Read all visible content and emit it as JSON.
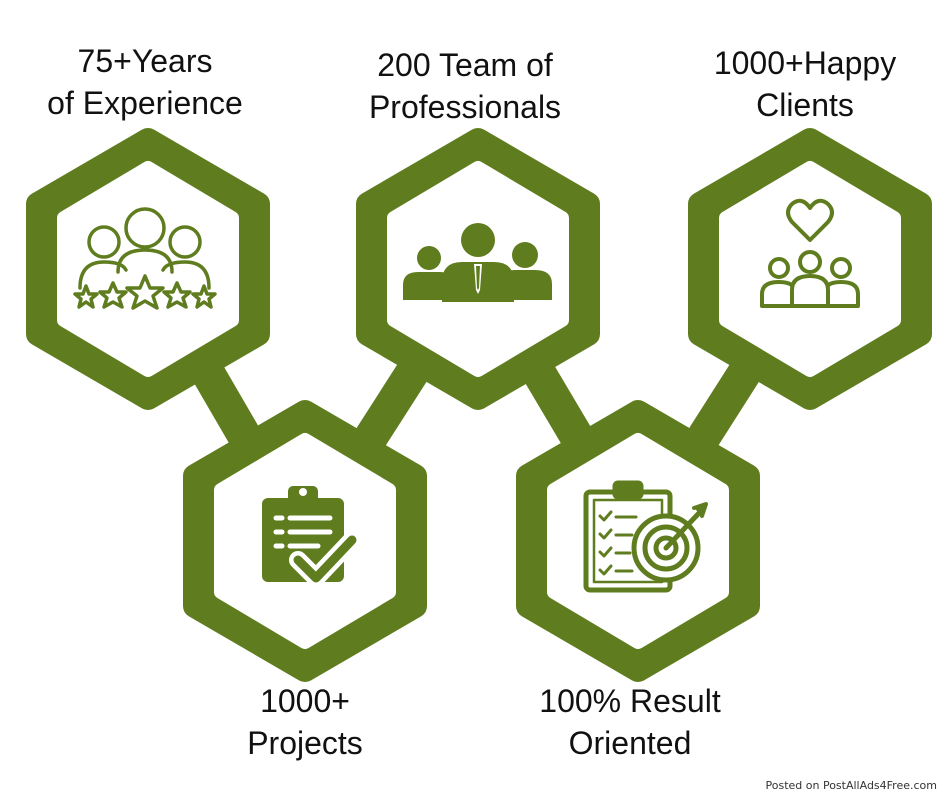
{
  "colors": {
    "accent": "#5f7d1f",
    "icon": "#5f7d1f",
    "background": "#ffffff",
    "inner": "#ffffff"
  },
  "stats": [
    {
      "id": "experience",
      "line1": "75+Years",
      "line2": "of Experience",
      "icon": "people-stars-icon"
    },
    {
      "id": "team",
      "line1": "200 Team of",
      "line2": "Professionals",
      "icon": "team-professionals-icon"
    },
    {
      "id": "clients",
      "line1": "1000+Happy",
      "line2": "Clients",
      "icon": "heart-people-icon"
    },
    {
      "id": "projects",
      "line1": "1000+",
      "line2": "Projects",
      "icon": "clipboard-check-icon"
    },
    {
      "id": "result",
      "line1": "100% Result",
      "line2": "Oriented",
      "icon": "checklist-target-icon"
    }
  ],
  "watermark": "Posted on PostAllAds4Free.com"
}
